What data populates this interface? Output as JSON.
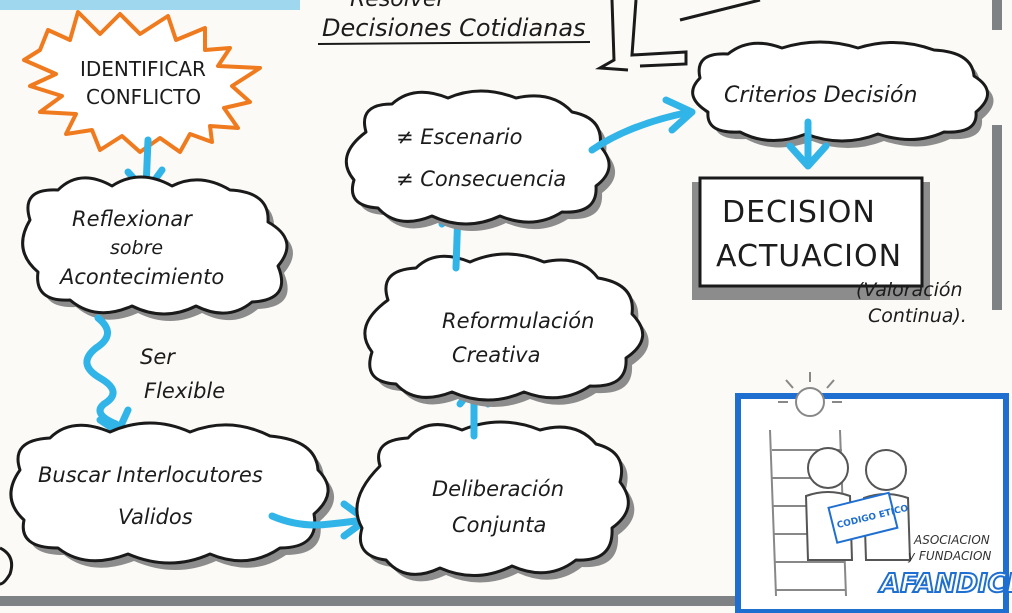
{
  "header": {
    "top_text_partial": "Resolver",
    "subtitle": "Decisiones Cotidianas"
  },
  "starburst": {
    "line1": "IDENTIFICAR",
    "line2": "CONFLICTO"
  },
  "nodes": {
    "reflexionar": {
      "line1": "Reflexionar",
      "line2": "sobre",
      "line3": "Acontecimiento"
    },
    "buscar": {
      "line1": "Buscar Interlocutores",
      "line2": "Validos"
    },
    "deliberacion": {
      "line1": "Deliberación",
      "line2": "Conjunta"
    },
    "reformulacion": {
      "line1": "Reformulación",
      "line2": "Creativa"
    },
    "escenario": {
      "line1": "≠ Escenario",
      "line2": "≠ Consecuencia"
    },
    "criterios": {
      "line1": "Criterios Decisión"
    }
  },
  "arrow_label": {
    "line1": "Ser",
    "line2": "Flexible"
  },
  "decision_box": {
    "line1": "DECISION",
    "line2": "ACTUACION"
  },
  "valoracion": {
    "line1": "(Valoración",
    "line2": "Continua)."
  },
  "logo": {
    "sign": "CODIGO ETICO",
    "line1": "ASOCIACION",
    "line2": "y FUNDACION",
    "brand": "AFANDICE"
  },
  "colors": {
    "accent_blue": "#31b4e8",
    "starburst_orange": "#f07a1e",
    "shadow_gray": "#8c8c8c",
    "logo_blue": "#1f6fd1"
  }
}
